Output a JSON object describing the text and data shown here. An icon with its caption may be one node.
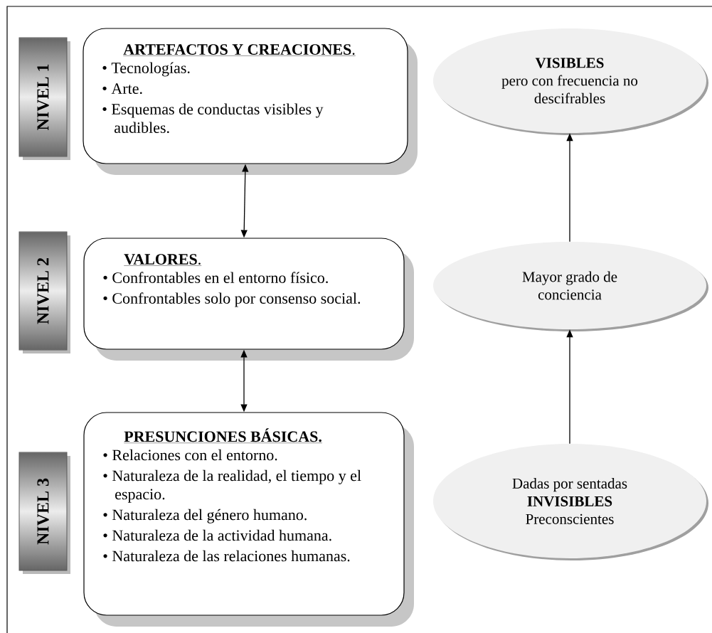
{
  "diagram": {
    "nodes": [
      {
        "text": [
          "NIVEL 1"
        ]
      },
      {
        "text": [
          "**ARTEFACTOS Y CREACIONES**.",
          "• Tecnologías.",
          "• Arte.",
          "• Esquemas de conductas visibles y audibles."
        ]
      },
      {
        "text": [
          "NIVEL 2"
        ]
      },
      {
        "text": [
          "**VALORES**.",
          "• Confrontables en el entorno físico.",
          "• Confrontables solo por consenso social."
        ]
      },
      {
        "text": [
          "NIVEL 3"
        ]
      },
      {
        "text": [
          "**PRESUNCIONES BÁSICAS.**",
          "• Relaciones con el entorno.",
          "• Naturaleza de la realidad, el tiempo y el espacio.",
          "• Naturaleza del género humano.",
          "• Naturaleza de la actividad humana.",
          "• Naturaleza de las relaciones humanas."
        ]
      },
      {
        "text": [
          "VISIBLES",
          "pero con frecuencia no descifrables"
        ]
      },
      {
        "text": [
          "Mayor grado de conciencia"
        ]
      },
      {
        "text": [
          "Dadas por sentadas",
          "INVISIBLES",
          "Preconscientes"
        ]
      }
    ],
    "edges": [
      {
        "from": 1,
        "to": 3,
        "arrow": "both"
      },
      {
        "from": 3,
        "to": 5,
        "arrow": "both"
      },
      {
        "from": 8,
        "to": 7,
        "arrow": "to"
      },
      {
        "from": 7,
        "to": 6,
        "arrow": "to"
      }
    ]
  }
}
